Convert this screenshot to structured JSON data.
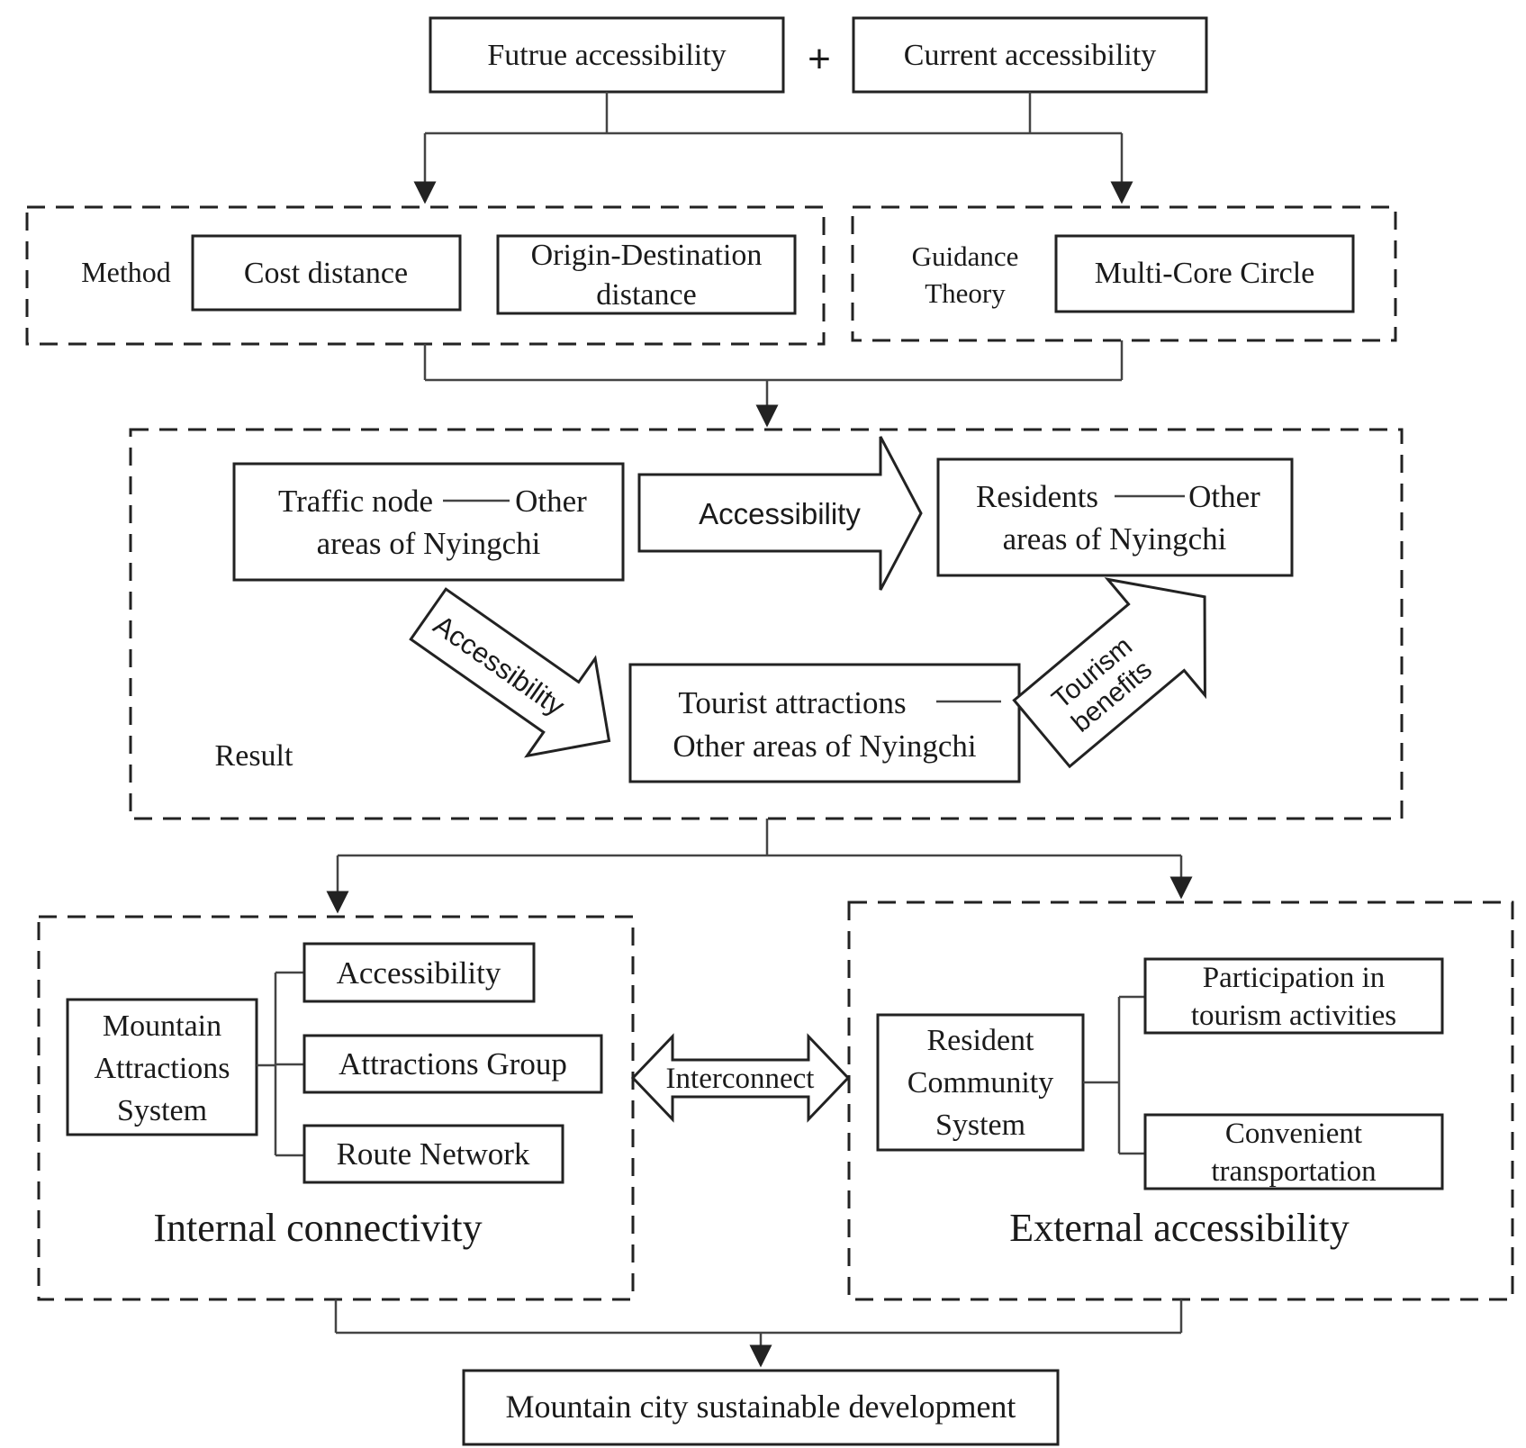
{
  "top": {
    "future": "Futrue accessibility",
    "plus": "+",
    "current": "Current accessibility"
  },
  "method": {
    "label": "Method",
    "cost": "Cost distance",
    "od_line1": "Origin-Destination",
    "od_line2": "distance"
  },
  "guidance": {
    "label_line1": "Guidance",
    "label_line2": "Theory",
    "multicore": "Multi-Core Circle"
  },
  "result": {
    "label": "Result",
    "traffic_line1a": "Traffic node",
    "traffic_line1b": "Other",
    "traffic_line2": "areas of Nyingchi",
    "residents_line1a": "Residents",
    "residents_line1b": "Other",
    "residents_line2": "areas of Nyingchi",
    "tourist_line1": "Tourist attractions",
    "tourist_line2": "Other areas of Nyingchi",
    "arrow_accessibility_1": "Accessibility",
    "arrow_accessibility_2": "Accessibility",
    "arrow_tourism_line1": "Tourism",
    "arrow_tourism_line2": "benefits"
  },
  "internal": {
    "system_line1": "Mountain",
    "system_line2": "Attractions",
    "system_line3": "System",
    "item1": "Accessibility",
    "item2": "Attractions Group",
    "item3": "Route Network",
    "title": "Internal connectivity"
  },
  "interconnect": "Interconnect",
  "external": {
    "system_line1": "Resident",
    "system_line2": "Community",
    "system_line3": "System",
    "item1_line1": "Participation in",
    "item1_line2": "tourism activities",
    "item2_line1": "Convenient",
    "item2_line2": "transportation",
    "title": "External accessibility"
  },
  "bottom": "Mountain city sustainable development"
}
